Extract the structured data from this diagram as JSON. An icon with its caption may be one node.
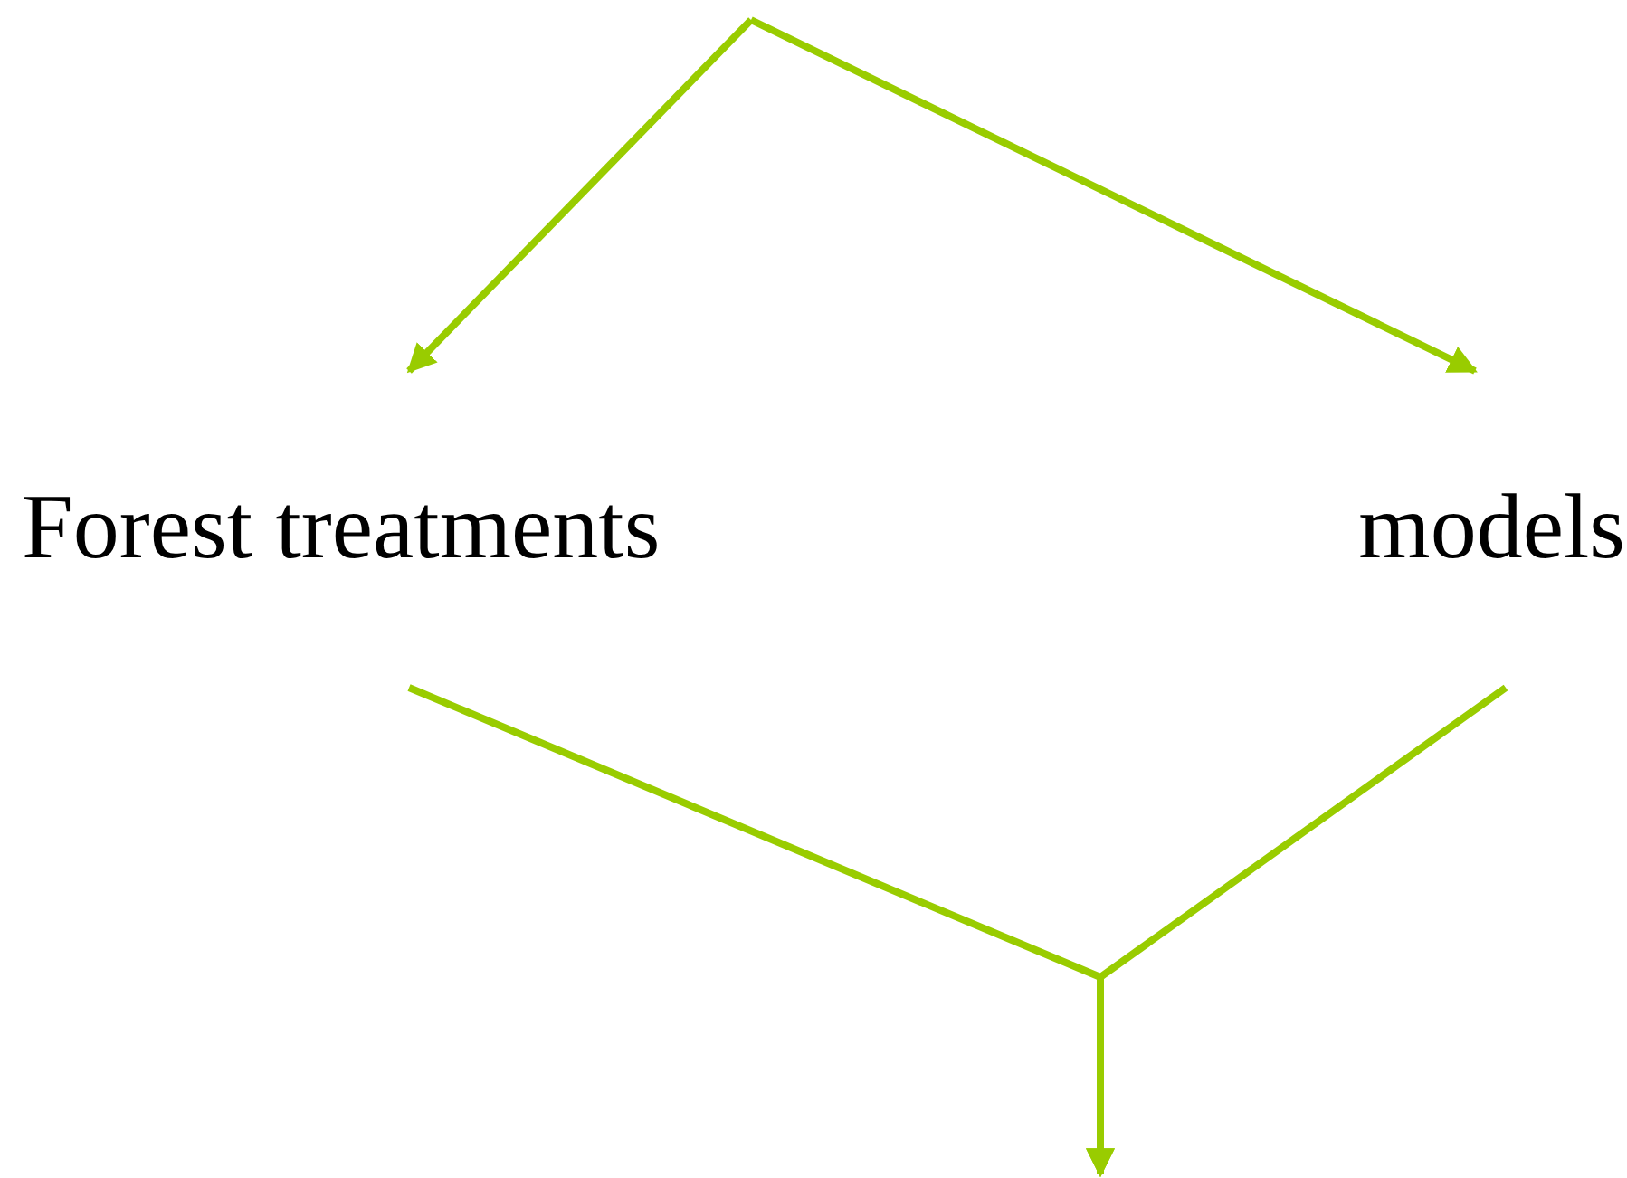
{
  "diagram": {
    "nodes": [
      {
        "text": [
          "Forest treatments"
        ]
      },
      {
        "text": [
          "models"
        ]
      }
    ],
    "edges": [
      {
        "from": null,
        "to": 0,
        "arrow": "to"
      },
      {
        "from": null,
        "to": 1,
        "arrow": "to"
      },
      {
        "from": 0,
        "to": null,
        "arrow": "to"
      },
      {
        "from": 1,
        "to": null,
        "arrow": "to"
      }
    ]
  }
}
